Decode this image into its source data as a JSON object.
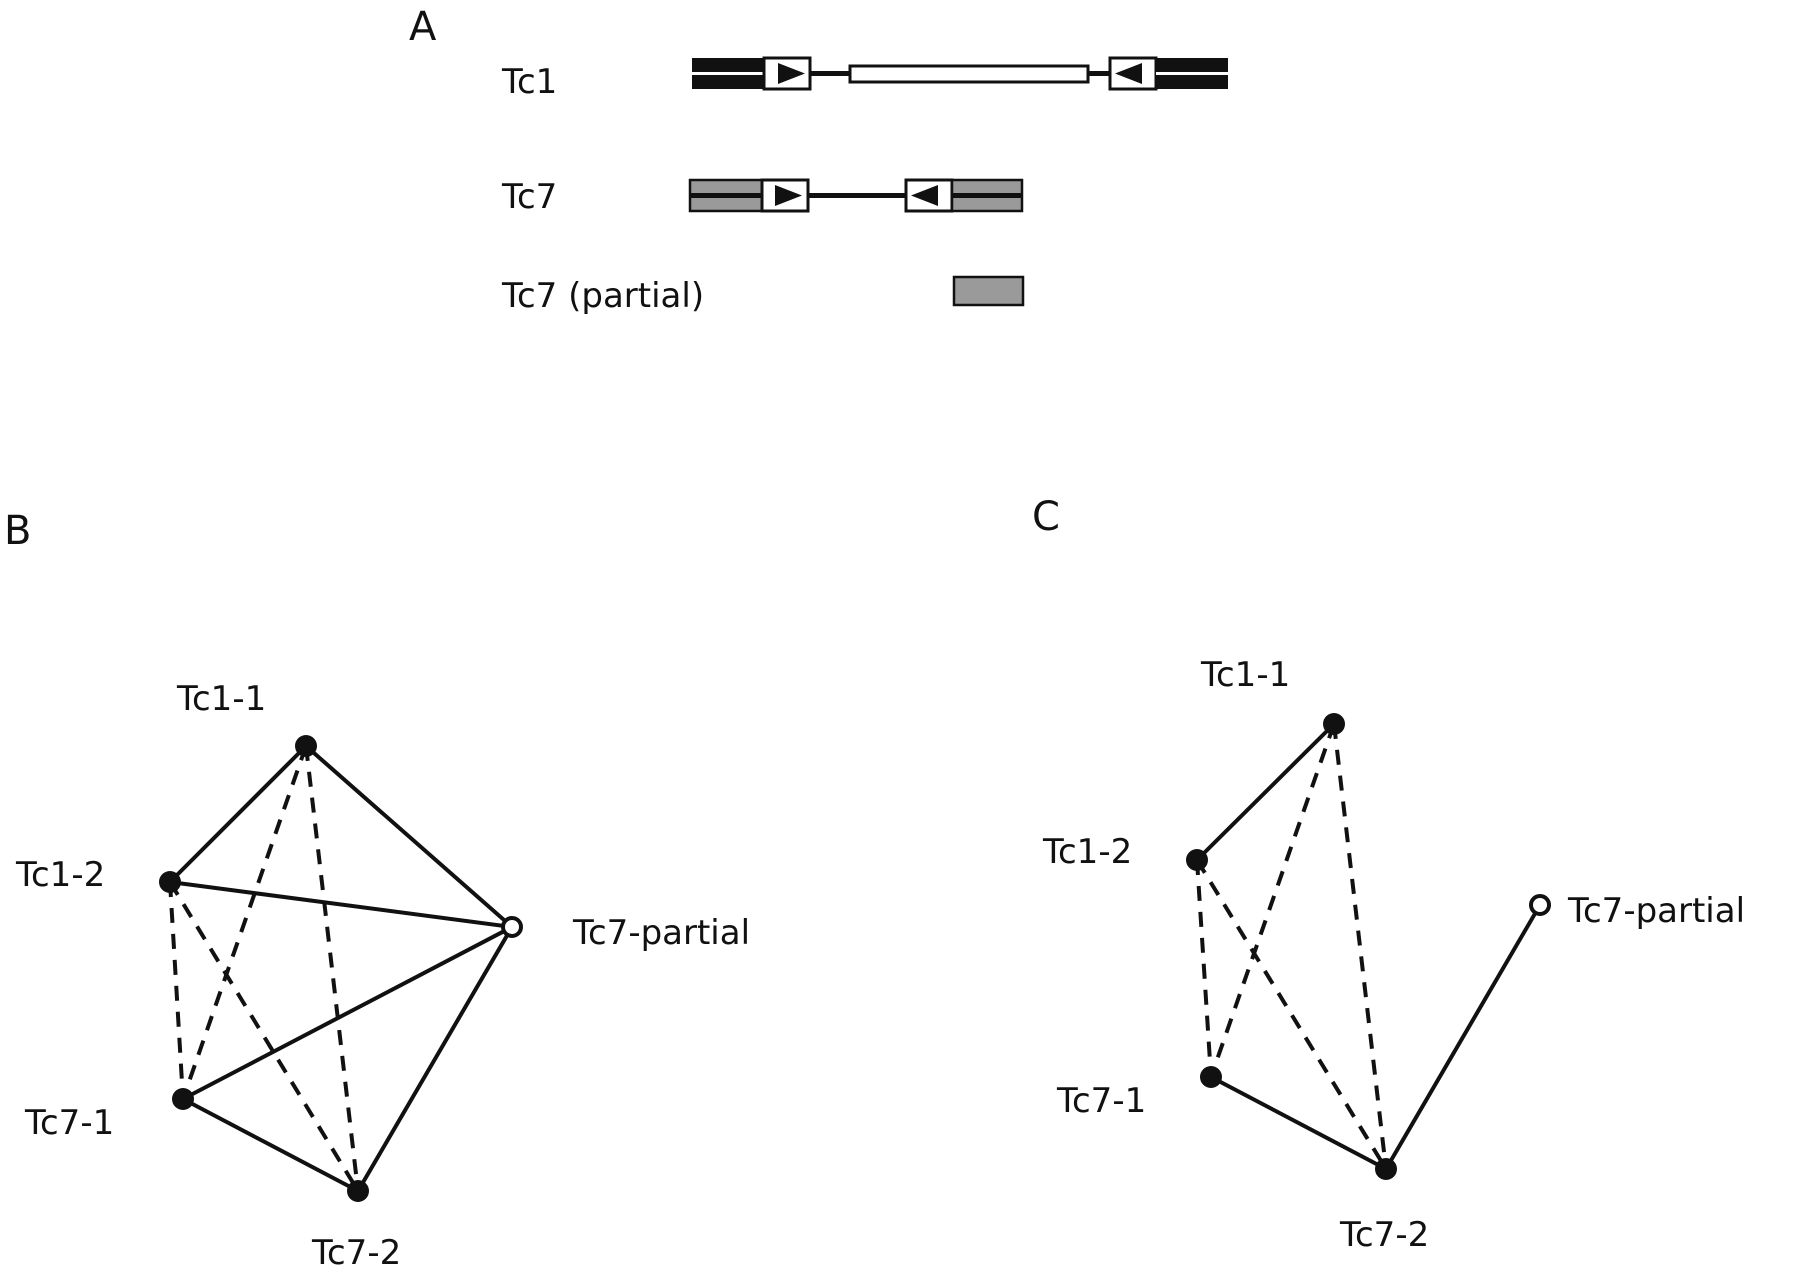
{
  "panels": {
    "a": {
      "letter": "A",
      "rows": [
        "Tc1",
        "Tc7",
        "Tc7 (partial)"
      ]
    },
    "b": {
      "letter": "B",
      "nodes": {
        "tc1_1": "Tc1-1",
        "tc1_2": "Tc1-2",
        "tc7_partial": "Tc7-partial",
        "tc7_1": "Tc7-1",
        "tc7_2": "Tc7-2"
      }
    },
    "c": {
      "letter": "C",
      "nodes": {
        "tc1_1": "Tc1-1",
        "tc1_2": "Tc1-2",
        "tc7_partial": "Tc7-partial",
        "tc7_1": "Tc7-1",
        "tc7_2": "Tc7-2"
      }
    }
  },
  "colors": {
    "ink": "#111111",
    "tc1_segment": "#111111",
    "tc7_segment": "#9a9a9a",
    "hollow": "#ffffff"
  },
  "graphs": {
    "b": {
      "nodes": [
        {
          "id": "tc1_1",
          "fill": "solid"
        },
        {
          "id": "tc1_2",
          "fill": "solid"
        },
        {
          "id": "tc7_partial",
          "fill": "hollow"
        },
        {
          "id": "tc7_1",
          "fill": "solid"
        },
        {
          "id": "tc7_2",
          "fill": "solid"
        }
      ],
      "edges": [
        {
          "from": "tc1_1",
          "to": "tc1_2",
          "style": "solid"
        },
        {
          "from": "tc1_1",
          "to": "tc7_partial",
          "style": "solid"
        },
        {
          "from": "tc1_2",
          "to": "tc7_partial",
          "style": "solid"
        },
        {
          "from": "tc7_1",
          "to": "tc7_partial",
          "style": "solid"
        },
        {
          "from": "tc7_2",
          "to": "tc7_partial",
          "style": "solid"
        },
        {
          "from": "tc7_1",
          "to": "tc7_2",
          "style": "solid"
        },
        {
          "from": "tc1_2",
          "to": "tc7_1",
          "style": "dashed"
        },
        {
          "from": "tc1_2",
          "to": "tc7_2",
          "style": "dashed"
        },
        {
          "from": "tc1_1",
          "to": "tc7_1",
          "style": "dashed"
        },
        {
          "from": "tc1_1",
          "to": "tc7_2",
          "style": "dashed"
        }
      ]
    },
    "c": {
      "nodes": [
        {
          "id": "tc1_1",
          "fill": "solid"
        },
        {
          "id": "tc1_2",
          "fill": "solid"
        },
        {
          "id": "tc7_partial",
          "fill": "hollow"
        },
        {
          "id": "tc7_1",
          "fill": "solid"
        },
        {
          "id": "tc7_2",
          "fill": "solid"
        }
      ],
      "edges": [
        {
          "from": "tc1_1",
          "to": "tc1_2",
          "style": "solid"
        },
        {
          "from": "tc7_1",
          "to": "tc7_2",
          "style": "solid"
        },
        {
          "from": "tc7_2",
          "to": "tc7_partial",
          "style": "solid"
        },
        {
          "from": "tc1_2",
          "to": "tc7_1",
          "style": "dashed"
        },
        {
          "from": "tc1_2",
          "to": "tc7_2",
          "style": "dashed"
        },
        {
          "from": "tc1_1",
          "to": "tc7_1",
          "style": "dashed"
        },
        {
          "from": "tc1_1",
          "to": "tc7_2",
          "style": "dashed"
        }
      ]
    }
  }
}
